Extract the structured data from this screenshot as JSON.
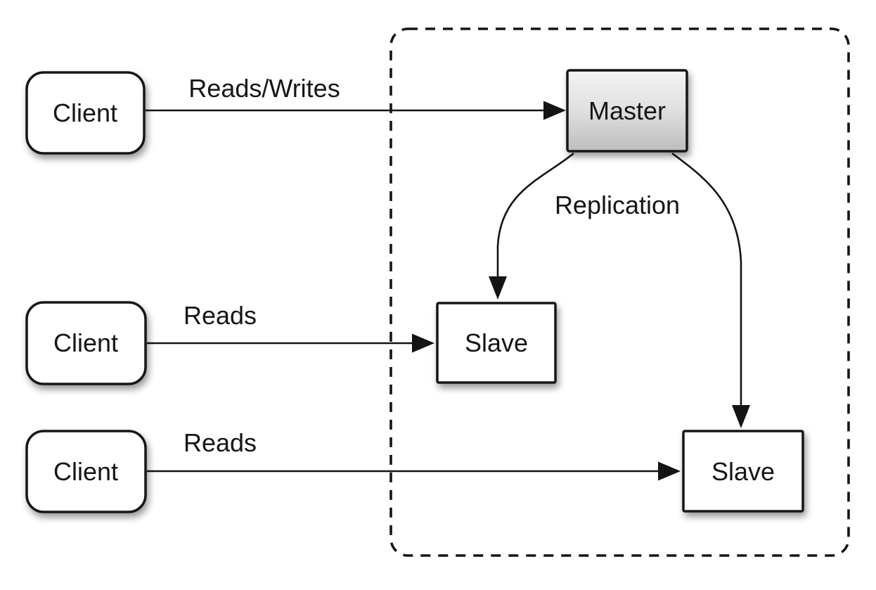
{
  "diagram": {
    "kind": "master-slave-replication-topology",
    "boundary": {
      "name": "replication-cluster-boundary",
      "style": "dashed-rounded-rect"
    },
    "nodes": [
      {
        "id": "client-top",
        "label": "Client",
        "shape": "rounded-rect",
        "fill": "#ffffff"
      },
      {
        "id": "client-middle",
        "label": "Client",
        "shape": "rounded-rect",
        "fill": "#ffffff"
      },
      {
        "id": "client-bottom",
        "label": "Client",
        "shape": "rounded-rect",
        "fill": "#ffffff"
      },
      {
        "id": "master",
        "label": "Master",
        "shape": "rect",
        "fill": "gray-gradient"
      },
      {
        "id": "slave-middle",
        "label": "Slave",
        "shape": "rect",
        "fill": "#ffffff"
      },
      {
        "id": "slave-bottom",
        "label": "Slave",
        "shape": "rect",
        "fill": "#ffffff"
      }
    ],
    "edges": [
      {
        "from": "client-top",
        "to": "master",
        "label": "Reads/Writes",
        "style": "straight-arrow"
      },
      {
        "from": "client-middle",
        "to": "slave-middle",
        "label": "Reads",
        "style": "straight-arrow"
      },
      {
        "from": "client-bottom",
        "to": "slave-bottom",
        "label": "Reads",
        "style": "straight-arrow"
      },
      {
        "from": "master",
        "to": "slave-middle",
        "label": "Replication",
        "style": "curved-arrow"
      },
      {
        "from": "master",
        "to": "slave-bottom",
        "label": "",
        "style": "curved-arrow"
      }
    ],
    "colors": {
      "background": "#ffffff",
      "stroke": "#141414",
      "text": "#161616",
      "node_fill": "#ffffff",
      "master_gradient_top": "#f2f2f2",
      "master_gradient_bottom": "#bdbdbd",
      "shadow": "rgba(0,0,0,0.45)"
    }
  }
}
